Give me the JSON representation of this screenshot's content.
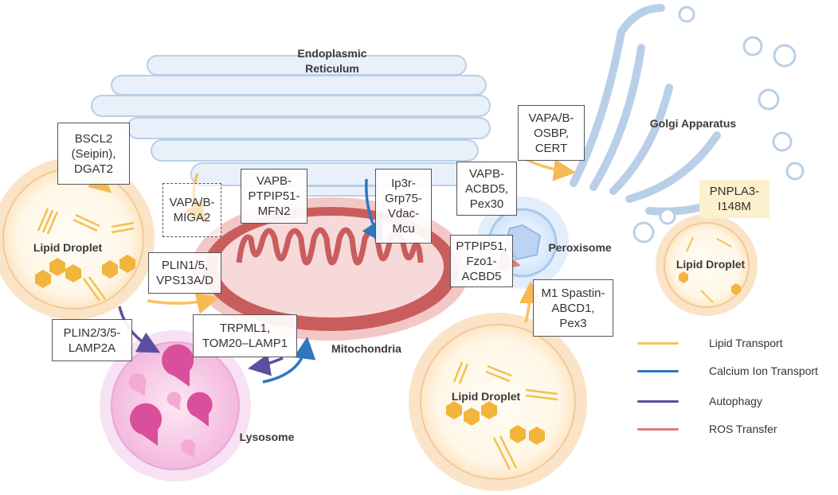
{
  "organelles": {
    "er": [
      "Endoplasmic",
      "Reticulum"
    ],
    "golgi": "Golgi Apparatus",
    "mito": "Mitochondria",
    "lyso": "Lysosome",
    "perox": "Peroxisome",
    "ld_left": "Lipid Droplet",
    "ld_bottom": "Lipid Droplet",
    "ld_right": "Lipid Droplet"
  },
  "labels": {
    "bscl2": [
      "BSCL2",
      "(Seipin),",
      "DGAT2"
    ],
    "vapa_miga2": [
      "VAPA/B-",
      "MIGA2"
    ],
    "vapb_ptpip51": [
      "VAPB-",
      "PTPIP51-",
      "MFN2"
    ],
    "ip3r": [
      "Ip3r-",
      "Grp75-",
      "Vdac-",
      "Mcu"
    ],
    "vapb_acbd5": [
      "VAPB-",
      "ACBD5,",
      "Pex30"
    ],
    "vapa_osbp": [
      "VAPA/B-",
      "OSBP,",
      "CERT"
    ],
    "pnpla3": [
      "PNPLA3-",
      "I148M"
    ],
    "plin15": [
      "PLIN1/5,",
      "VPS13A/D"
    ],
    "ptpip51_fzo1": [
      "PTPIP51,",
      "Fzo1-",
      "ACBD5"
    ],
    "m1_spastin": [
      "M1 Spastin-",
      "ABCD1,",
      "Pex3"
    ],
    "plin235": [
      "PLIN2/3/5-",
      "LAMP2A"
    ],
    "trpml1": [
      "TRPML1,",
      "TOM20–LAMP1"
    ]
  },
  "legend": [
    {
      "label": "Lipid Transport",
      "color": "#f6c263"
    },
    {
      "label": "Calcium Ion Transport",
      "color": "#2f78c0"
    },
    {
      "label": "Autophagy",
      "color": "#5a4fa0"
    },
    {
      "label": "ROS Transfer",
      "color": "#e07b7b"
    }
  ]
}
